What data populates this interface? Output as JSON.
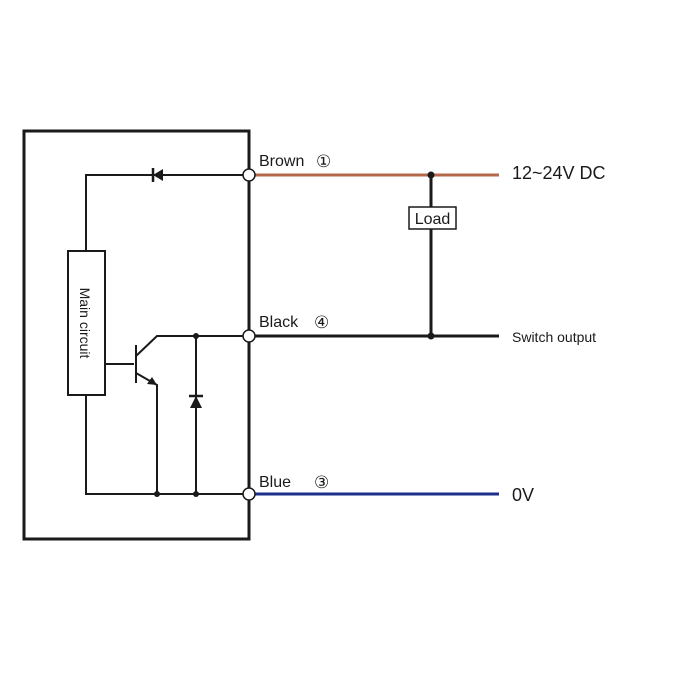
{
  "labels": {
    "brown": "Brown",
    "brown_pin": "①",
    "black": "Black",
    "black_pin": "④",
    "blue": "Blue",
    "blue_pin": "③",
    "supply": "12~24V DC",
    "switch_output": "Switch output",
    "zero_volt": "0V",
    "load": "Load",
    "main_circuit": "Main circuit"
  },
  "colors": {
    "brown_wire": "#b5694a",
    "black_wire": "#1a1a1a",
    "blue_wire": "#1e2e8c",
    "outline": "#1a1a1a"
  }
}
